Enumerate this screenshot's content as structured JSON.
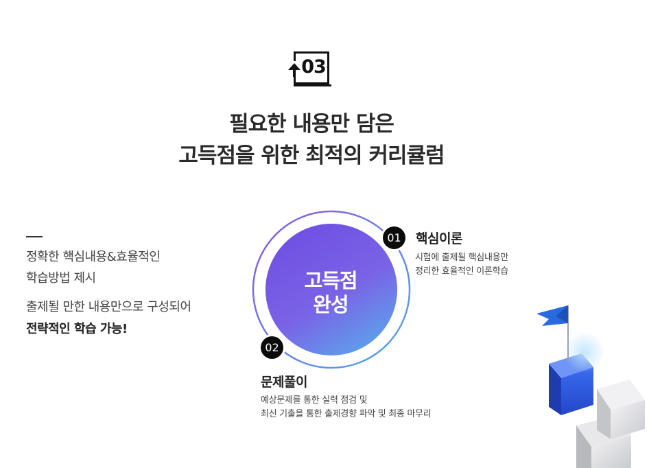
{
  "badge": {
    "number": "03"
  },
  "heading": {
    "line1": "필요한 내용만 담은",
    "line2": "고득점을 위한 최적의 커리큘럼"
  },
  "intro": {
    "line1": "정확한 핵심내용&효율적인",
    "line2": "학습방법 제시",
    "line3": "출제될 만한 내용만으로 구성되어",
    "line4": "전략적인 학습 가능!"
  },
  "center": {
    "line1": "고득점",
    "line2": "완성"
  },
  "steps": [
    {
      "number": "01",
      "title": "핵심이론",
      "desc1": "시험에 출제될 핵심내용만",
      "desc2": "정리한 효율적인 이론학습"
    },
    {
      "number": "02",
      "title": "문제풀이",
      "desc1": "예상문제를 통한 실력 점검 및",
      "desc2": "최신 기출을 통한 출제경향 파악 및 최종 마무리"
    }
  ],
  "colors": {
    "ring_start": "#7b5be6",
    "ring_end": "#5aa4ea",
    "flag": "#2a6ae0",
    "cube": "#2e5ce8"
  },
  "icons": [
    "upload-arrow-icon",
    "flag-icon",
    "cube-decoration"
  ]
}
